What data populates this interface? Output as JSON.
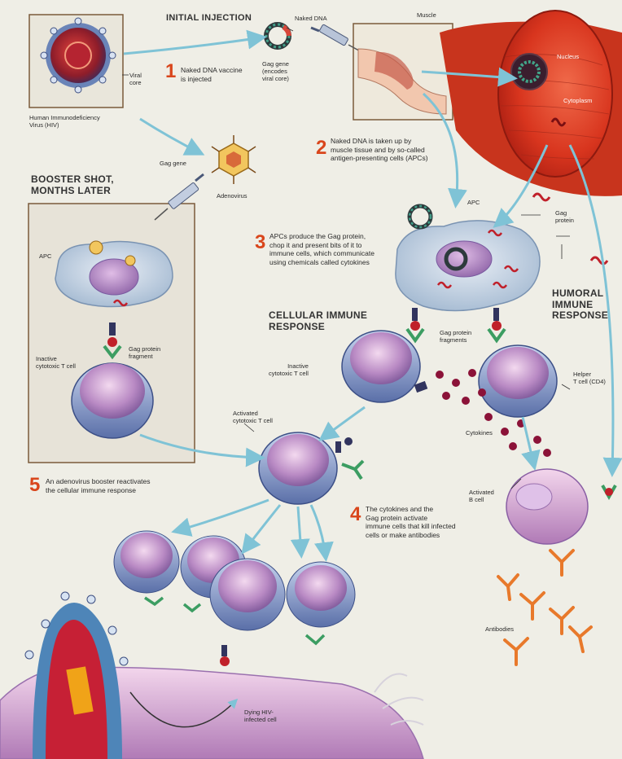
{
  "headings": {
    "initial_injection": "INITIAL INJECTION",
    "booster_shot": "BOOSTER SHOT,\nMONTHS LATER",
    "cellular_immune": "CELLULAR IMMUNE\nRESPONSE",
    "humoral_immune": "HUMORAL\nIMMUNE\nRESPONSE"
  },
  "labels": {
    "viral_core": "Viral\ncore",
    "hiv": "Human Immunodeficiency\nVirus (HIV)",
    "naked_dna": "Naked DNA",
    "gag_gene_top": "Gag gene\n(encodes\nviral core)",
    "muscle": "Muscle",
    "nucleus": "Nucleus",
    "cytoplasm": "Cytoplasm",
    "gag_gene_adeno": "Gag gene",
    "adenovirus": "Adenovirus",
    "apc_booster": "APC",
    "gag_fragment_booster": "Gag protein\nfragment",
    "inactive_ctl_booster": "Inactive\ncytotoxic T cell",
    "apc_main": "APC",
    "gag_protein": "Gag\nprotein",
    "gag_fragments": "Gag protein\nfragments",
    "inactive_ctl_main": "Inactive\ncytotoxic T cell",
    "helper_t": "Helper\nT cell (CD4)",
    "cytokines": "Cytokines",
    "activated_ctl": "Activated\ncytotoxic T cell",
    "activated_b": "Activated\nB cell",
    "antibodies": "Antibodies",
    "dying_cell": "Dying HIV-\ninfected cell"
  },
  "steps": [
    {
      "num": "1",
      "text": "Naked DNA vaccine\nis injected"
    },
    {
      "num": "2",
      "text": "Naked DNA is taken up by\nmuscle tissue and by so-called\nantigen-presenting cells (APCs)"
    },
    {
      "num": "3",
      "text": "APCs produce the Gag protein,\nchop it and present bits of it to\nimmune cells, which communicate\nusing chemicals called cytokines"
    },
    {
      "num": "4",
      "text": "The cytokines and the\nGag protein activate\nimmune cells that kill infected\ncells or make antibodies"
    },
    {
      "num": "5",
      "text": "An adenovirus booster reactivates\nthe cellular immune response"
    }
  ]
}
